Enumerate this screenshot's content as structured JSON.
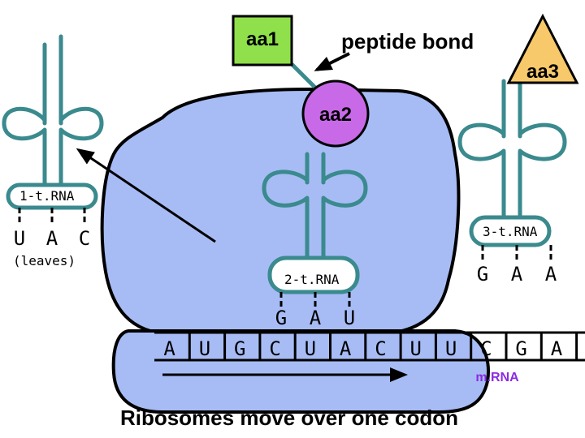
{
  "labels": {
    "aa1": "aa1",
    "aa2": "aa2",
    "aa3": "aa3",
    "peptide_bond": "peptide bond",
    "trna1": "1-t.RNA",
    "trna2": "2-t.RNA",
    "trna3": "3-t.RNA",
    "leaves": "(leaves)",
    "mrna": "m.RNA",
    "caption": "Ribosomes move over one codon"
  },
  "anticodons": {
    "trna1": [
      "U",
      "A",
      "C"
    ],
    "trna2": [
      "G",
      "A",
      "U"
    ],
    "trna3": [
      "G",
      "A",
      "A"
    ]
  },
  "mrna_bases": [
    "A",
    "U",
    "G",
    "C",
    "U",
    "A",
    "C",
    "U",
    "U",
    "C",
    "G",
    "A"
  ],
  "colors": {
    "ribosome": "#a7bcf5",
    "trna": "#3a8a8e",
    "aa1": "#8fe04a",
    "aa2": "#c86ae8",
    "aa3": "#f7c96b",
    "mrna_label": "#8a2be2"
  }
}
